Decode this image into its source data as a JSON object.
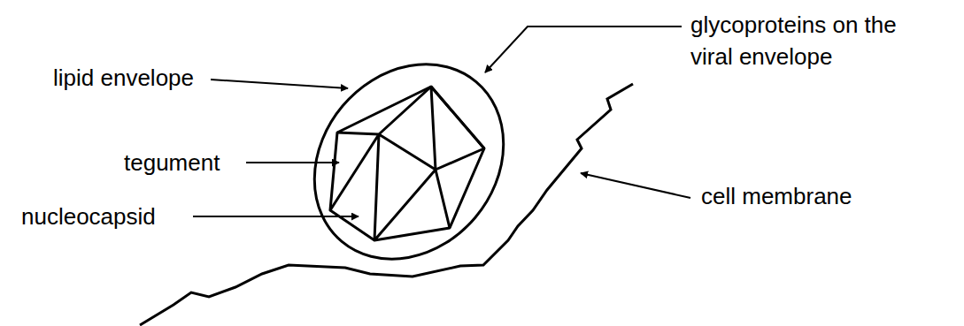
{
  "diagram": {
    "labels": [
      "lipid envelope",
      "tegument",
      "nucleocapsid",
      "glycoproteins on the viral envelope",
      "cell membrane"
    ]
  }
}
